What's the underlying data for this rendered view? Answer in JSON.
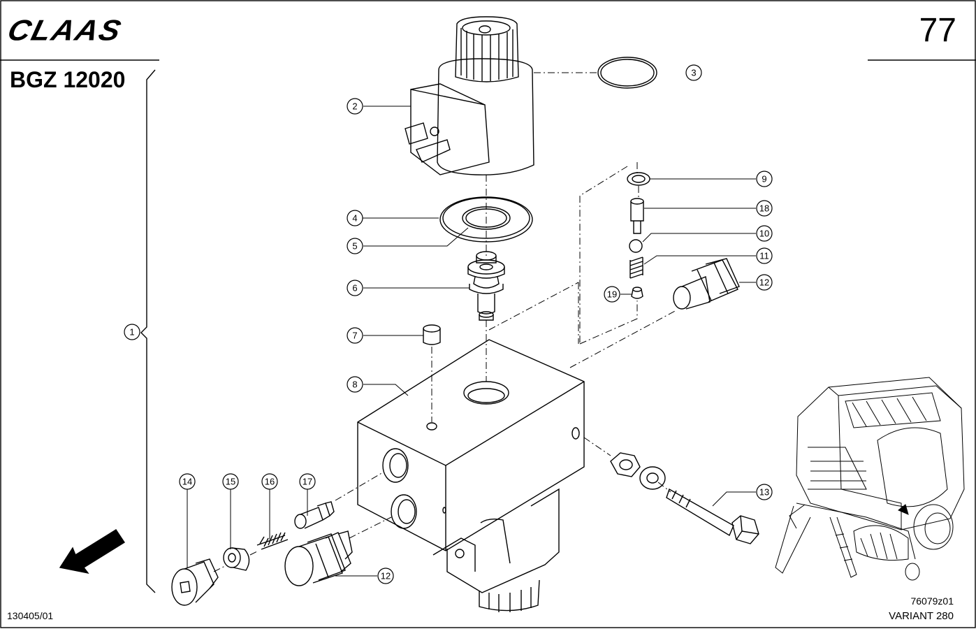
{
  "header": {
    "brand": "CLAAS",
    "page_number": "77",
    "group_code": "BGZ 12020"
  },
  "footer": {
    "doc_date": "130405/01",
    "drawing_number": "76079z01",
    "model_name": "VARIANT 280"
  },
  "callouts": [
    {
      "id": "c1",
      "label": "1"
    },
    {
      "id": "c2",
      "label": "2"
    },
    {
      "id": "c3",
      "label": "3"
    },
    {
      "id": "c4",
      "label": "4"
    },
    {
      "id": "c5",
      "label": "5"
    },
    {
      "id": "c6",
      "label": "6"
    },
    {
      "id": "c7",
      "label": "7"
    },
    {
      "id": "c8",
      "label": "8"
    },
    {
      "id": "c9",
      "label": "9"
    },
    {
      "id": "c10",
      "label": "10"
    },
    {
      "id": "c11",
      "label": "11"
    },
    {
      "id": "c12a",
      "label": "12"
    },
    {
      "id": "c12b",
      "label": "12"
    },
    {
      "id": "c13",
      "label": "13"
    },
    {
      "id": "c14",
      "label": "14"
    },
    {
      "id": "c15",
      "label": "15"
    },
    {
      "id": "c16",
      "label": "16"
    },
    {
      "id": "c17",
      "label": "17"
    },
    {
      "id": "c18",
      "label": "18"
    },
    {
      "id": "c19",
      "label": "19"
    }
  ]
}
